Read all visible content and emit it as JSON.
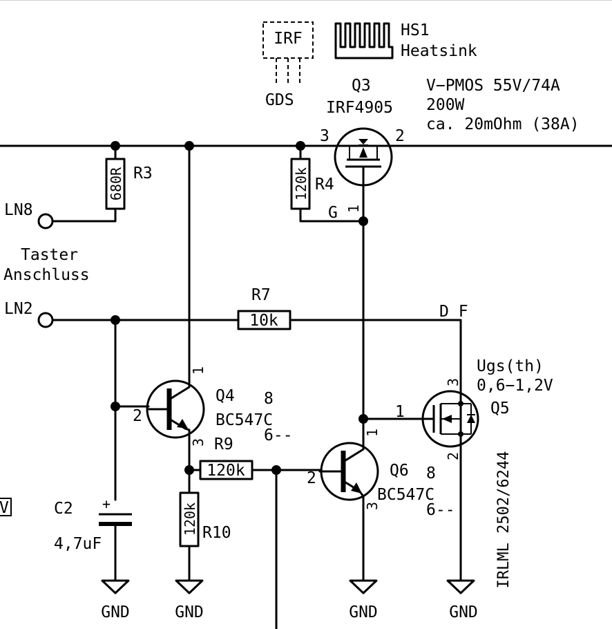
{
  "components": {
    "q3": {
      "ref": "Q3",
      "part": "IRF4905",
      "pin_source": "3",
      "pin_drain": "2",
      "pin_gate": "1",
      "gate_net": "G",
      "spec1": "V−PMOS 55V/74A",
      "spec2": "200W",
      "spec3": "ca. 20mOhm (38A)"
    },
    "footprint": {
      "label": "IRF",
      "pins": "GDS"
    },
    "hs1": {
      "ref": "HS1",
      "label": "Heatsink"
    },
    "r3": {
      "ref": "R3",
      "value": "680R"
    },
    "r4": {
      "ref": "R4",
      "value": "120k"
    },
    "r7": {
      "ref": "R7",
      "value": "10k"
    },
    "r9": {
      "ref": "R9",
      "value": "120k"
    },
    "r10": {
      "ref": "R10",
      "value": "120k"
    },
    "c2": {
      "ref": "C2",
      "value": "4,7uF",
      "polarity": "+"
    },
    "q4": {
      "ref": "Q4",
      "part": "BC547C",
      "grade": "8",
      "grade2": "6--",
      "pin_c": "1",
      "pin_b": "2",
      "pin_e": "3"
    },
    "q6": {
      "ref": "Q6",
      "part": "BC547C",
      "grade": "8",
      "grade2": "6--",
      "pin_c": "1",
      "pin_b": "2",
      "pin_e": "3"
    },
    "q5": {
      "ref": "Q5",
      "part": "IRLML 2502/6244",
      "vth_label": "Ugs(th)",
      "vth_value": "0,6−1,2V",
      "pin_g": "1",
      "pin_s": "2",
      "pin_d": "3"
    }
  },
  "nets": {
    "ln8": "LN8",
    "ln2": "LN2",
    "connector_caption_1": "Taster",
    "connector_caption_2": "Anschluss",
    "df": "D_F",
    "gnd": "GND",
    "edge_fragment": "V"
  }
}
